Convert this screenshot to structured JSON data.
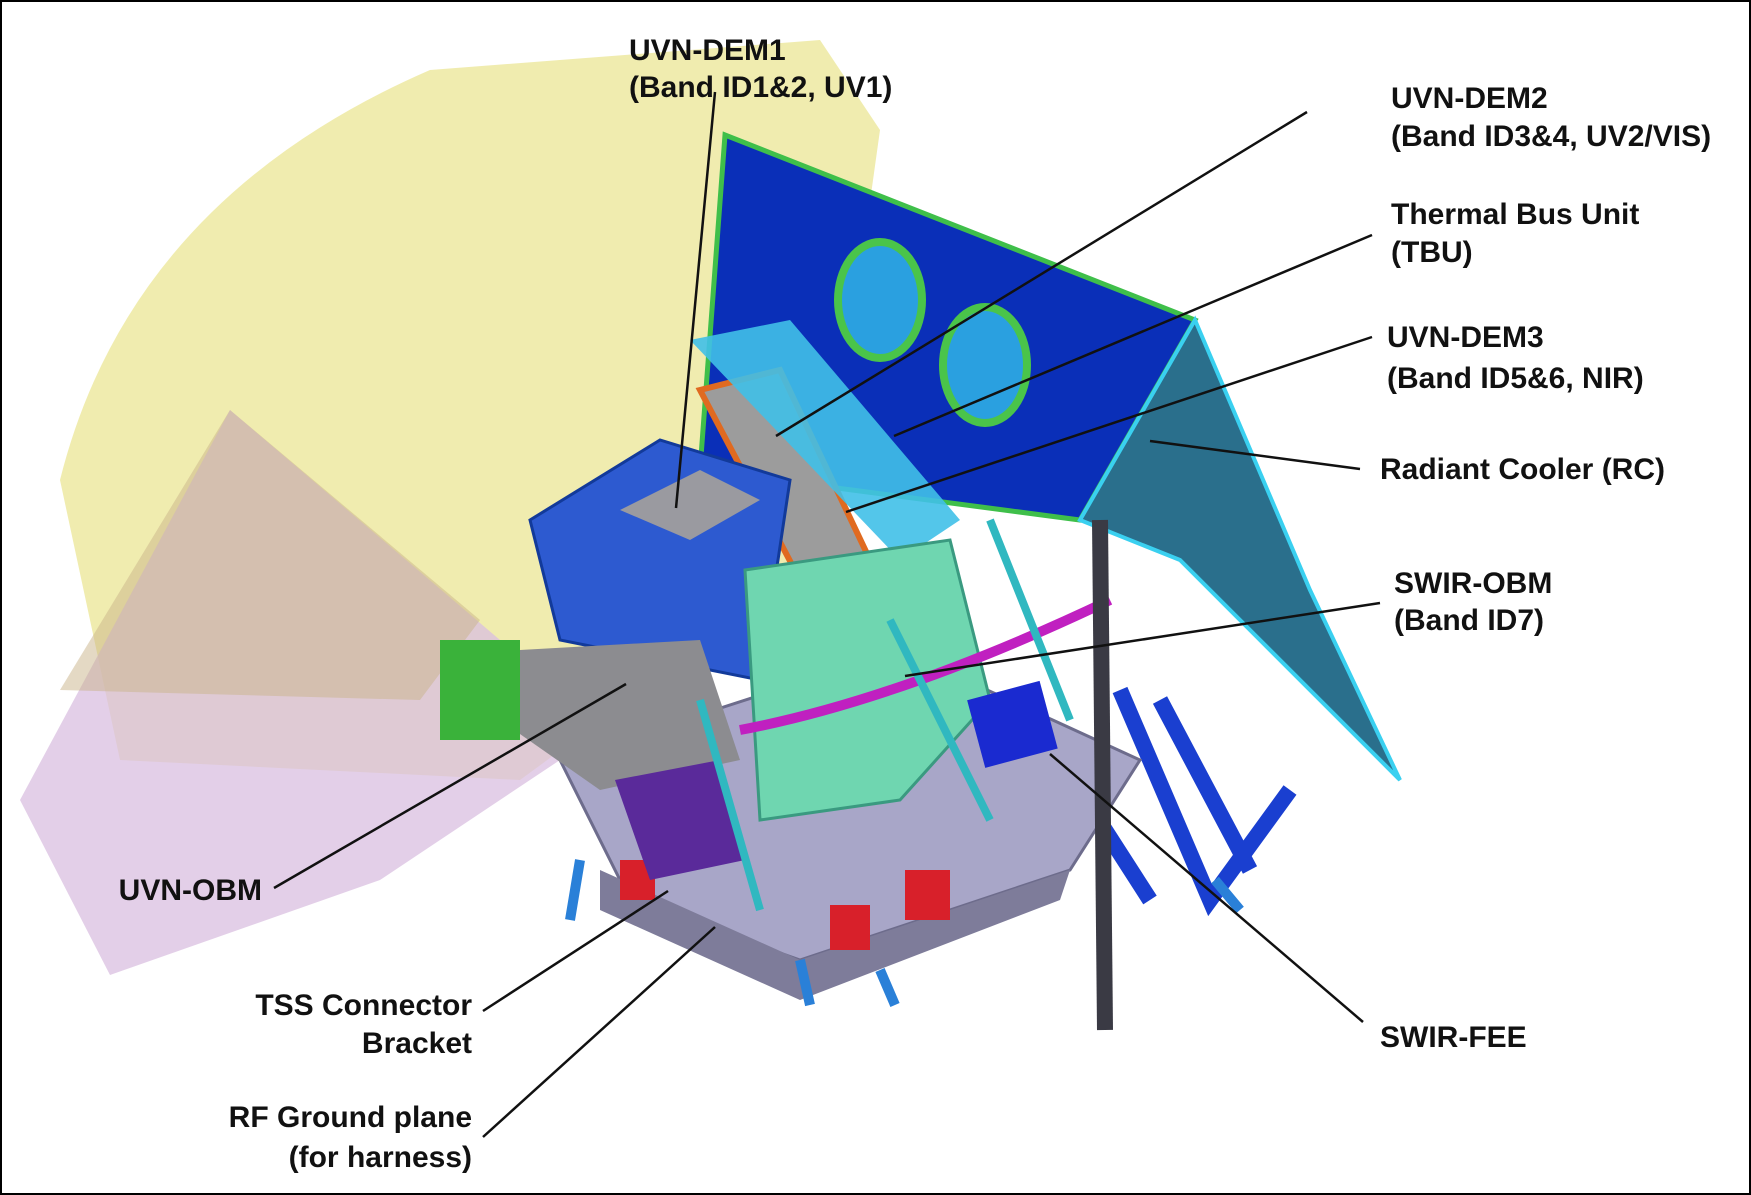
{
  "labels": {
    "uvn_dem1": [
      "UVN-DEM1",
      "(Band ID1&2, UV1)"
    ],
    "uvn_dem2": [
      "UVN-DEM2",
      "(Band ID3&4, UV2/VIS)"
    ],
    "tbu": [
      "Thermal Bus Unit",
      "(TBU)"
    ],
    "uvn_dem3": [
      "UVN-DEM3",
      "(Band ID5&6, NIR)"
    ],
    "rc": [
      "Radiant Cooler (RC)"
    ],
    "swir_obm": [
      "SWIR-OBM",
      "(Band ID7)"
    ],
    "swir_fee": [
      "SWIR-FEE"
    ],
    "uvn_obm": [
      "UVN-OBM"
    ],
    "tss": [
      "TSS Connector",
      "Bracket"
    ],
    "rf": [
      "RF Ground plane",
      "(for harness)"
    ]
  },
  "colors": {
    "fov_yellow": "#eeeaa6",
    "fov_purple": "#d9bfe0",
    "radiator_blue": "#0a2fb8",
    "cooler_teal": "#2a6f8c",
    "bench_lavender": "#a8a6c8",
    "swir_green": "#6fd6b0",
    "uvn_blue": "#2d5ad0"
  }
}
